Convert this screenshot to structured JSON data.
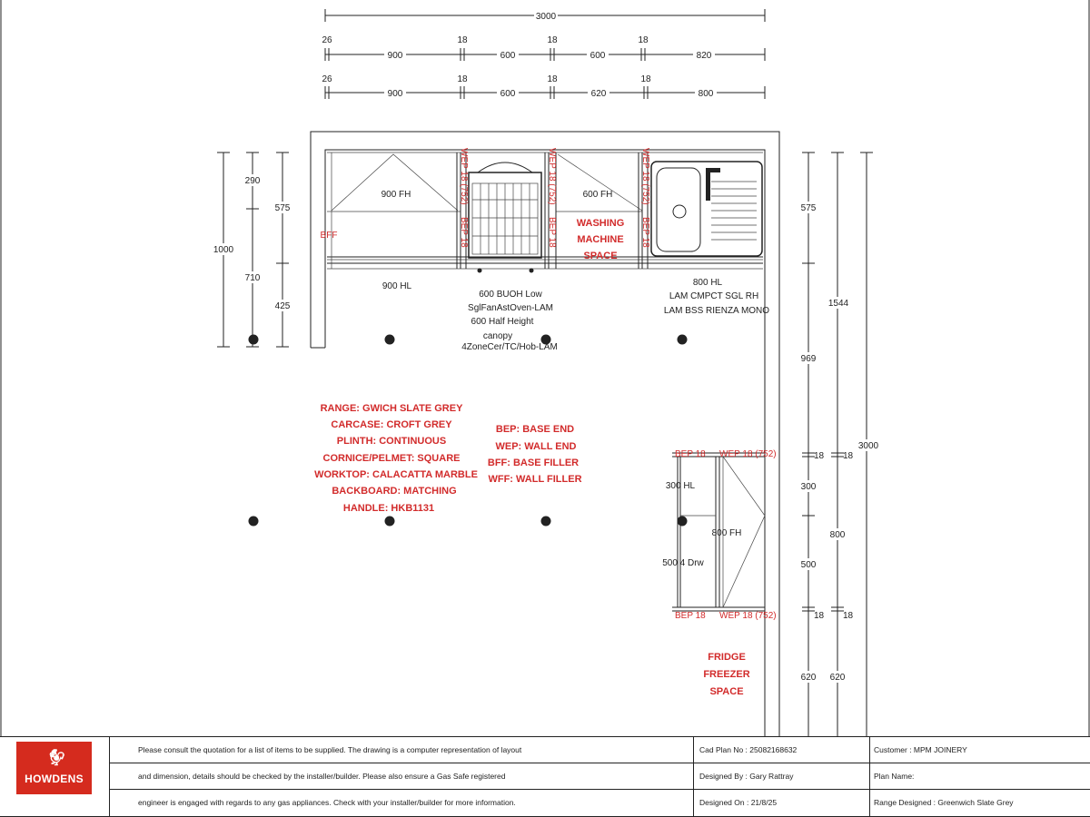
{
  "overall_dims": {
    "total": "3000",
    "right_total": "3000",
    "height_1544": "1544"
  },
  "dim_rows": [
    {
      "ends": [
        "26",
        "18",
        "18",
        "18"
      ],
      "spans": [
        "900",
        "600",
        "600",
        "820"
      ]
    },
    {
      "ends": [
        "26",
        "18",
        "18",
        "18"
      ],
      "spans": [
        "900",
        "600",
        "620",
        "800"
      ]
    }
  ],
  "left_dims": {
    "a": "290",
    "b": "575",
    "c": "1000",
    "d": "710",
    "e": "425"
  },
  "right_dims": {
    "a": "575",
    "b": "969",
    "c": "18",
    "d": "18",
    "e": "300",
    "f": "800",
    "g": "500",
    "h": "18",
    "i": "18",
    "j": "620",
    "k": "620"
  },
  "units": {
    "u1_fh": "900 FH",
    "u1_hl": "900 HL",
    "bff": "BFF",
    "wep_a": "WEP 18 (752)",
    "bep_a": "BEP 18",
    "wep_b": "WEP 18 (752)",
    "bep_b": "BEP 18",
    "u3_fh": "600 FH",
    "wep_c": "WEP 18 (752)",
    "bep_c": "BEP 18",
    "oven_lines": [
      "600 BUOH Low",
      "SglFanAstOven-LAM",
      "600 Half Height",
      "canopy",
      "4ZoneCer/TC/Hob-LAM"
    ],
    "wm_lines": [
      "WASHING",
      "MACHINE",
      "SPACE"
    ],
    "sink_lines": [
      "800 HL",
      "LAM CMPCT SGL RH",
      "LAM BSS RIENZA MONO"
    ],
    "r_bep_top": "BEP 18",
    "r_wep_top": "WEP 18 (752)",
    "r_hl": "300 HL",
    "r_fh": "800 FH",
    "r_drw": "500 4 Drw",
    "r_bep_bot": "BEP 18",
    "r_wep_bot": "WEP 18 (752)",
    "fridge_lines": [
      "FRIDGE",
      "FREEZER",
      "SPACE"
    ]
  },
  "spec_lines": [
    "RANGE: GWICH SLATE GREY",
    "CARCASE: CROFT GREY",
    "PLINTH: CONTINUOUS",
    "CORNICE/PELMET: SQUARE",
    "WORKTOP: CALACATTA MARBLE",
    "BACKBOARD: MATCHING",
    "HANDLE: HKB1131"
  ],
  "legend_lines": [
    "BEP: BASE END",
    "WEP: WALL END",
    "BFF: BASE FILLER",
    "WFF: WALL FILLER"
  ],
  "title_block": {
    "brand": "HOWDENS",
    "note_1": "Please consult the quotation for a list of items to be supplied. The drawing is a computer representation of layout",
    "note_2": "and dimension, details should be checked by the installer/builder. Please also ensure a Gas Safe registered",
    "note_3": "engineer is engaged with regards to any gas appliances. Check with your installer/builder for more information.",
    "cad_plan": "Cad Plan No : 25082168632",
    "designed_by": "Designed By : Gary Rattray",
    "designed_on": "Designed On : 21/8/25",
    "customer": "Customer : MPM JOINERY",
    "plan_name": "Plan Name:",
    "range": "Range Designed :    Greenwich Slate Grey"
  },
  "colors": {
    "accent_red": "#d22b2b",
    "brand_red": "#d52b1e",
    "line": "#222222"
  }
}
